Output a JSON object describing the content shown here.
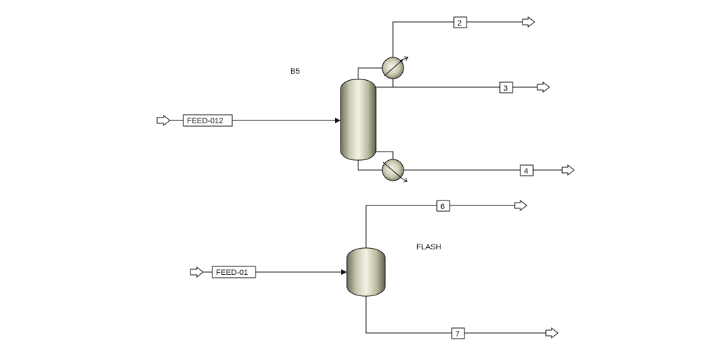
{
  "blocks": {
    "column_label": "B5",
    "flash_label": "FLASH"
  },
  "streams": {
    "feed_col": "FEED-012",
    "s2": "2",
    "s3": "3",
    "s4": "4",
    "feed_flash": "FEED-01",
    "s6": "6",
    "s7": "7"
  },
  "colors": {
    "vessel_light": "#f3f3e6",
    "vessel_dark": "#6f6f5c",
    "line": "#111111"
  }
}
